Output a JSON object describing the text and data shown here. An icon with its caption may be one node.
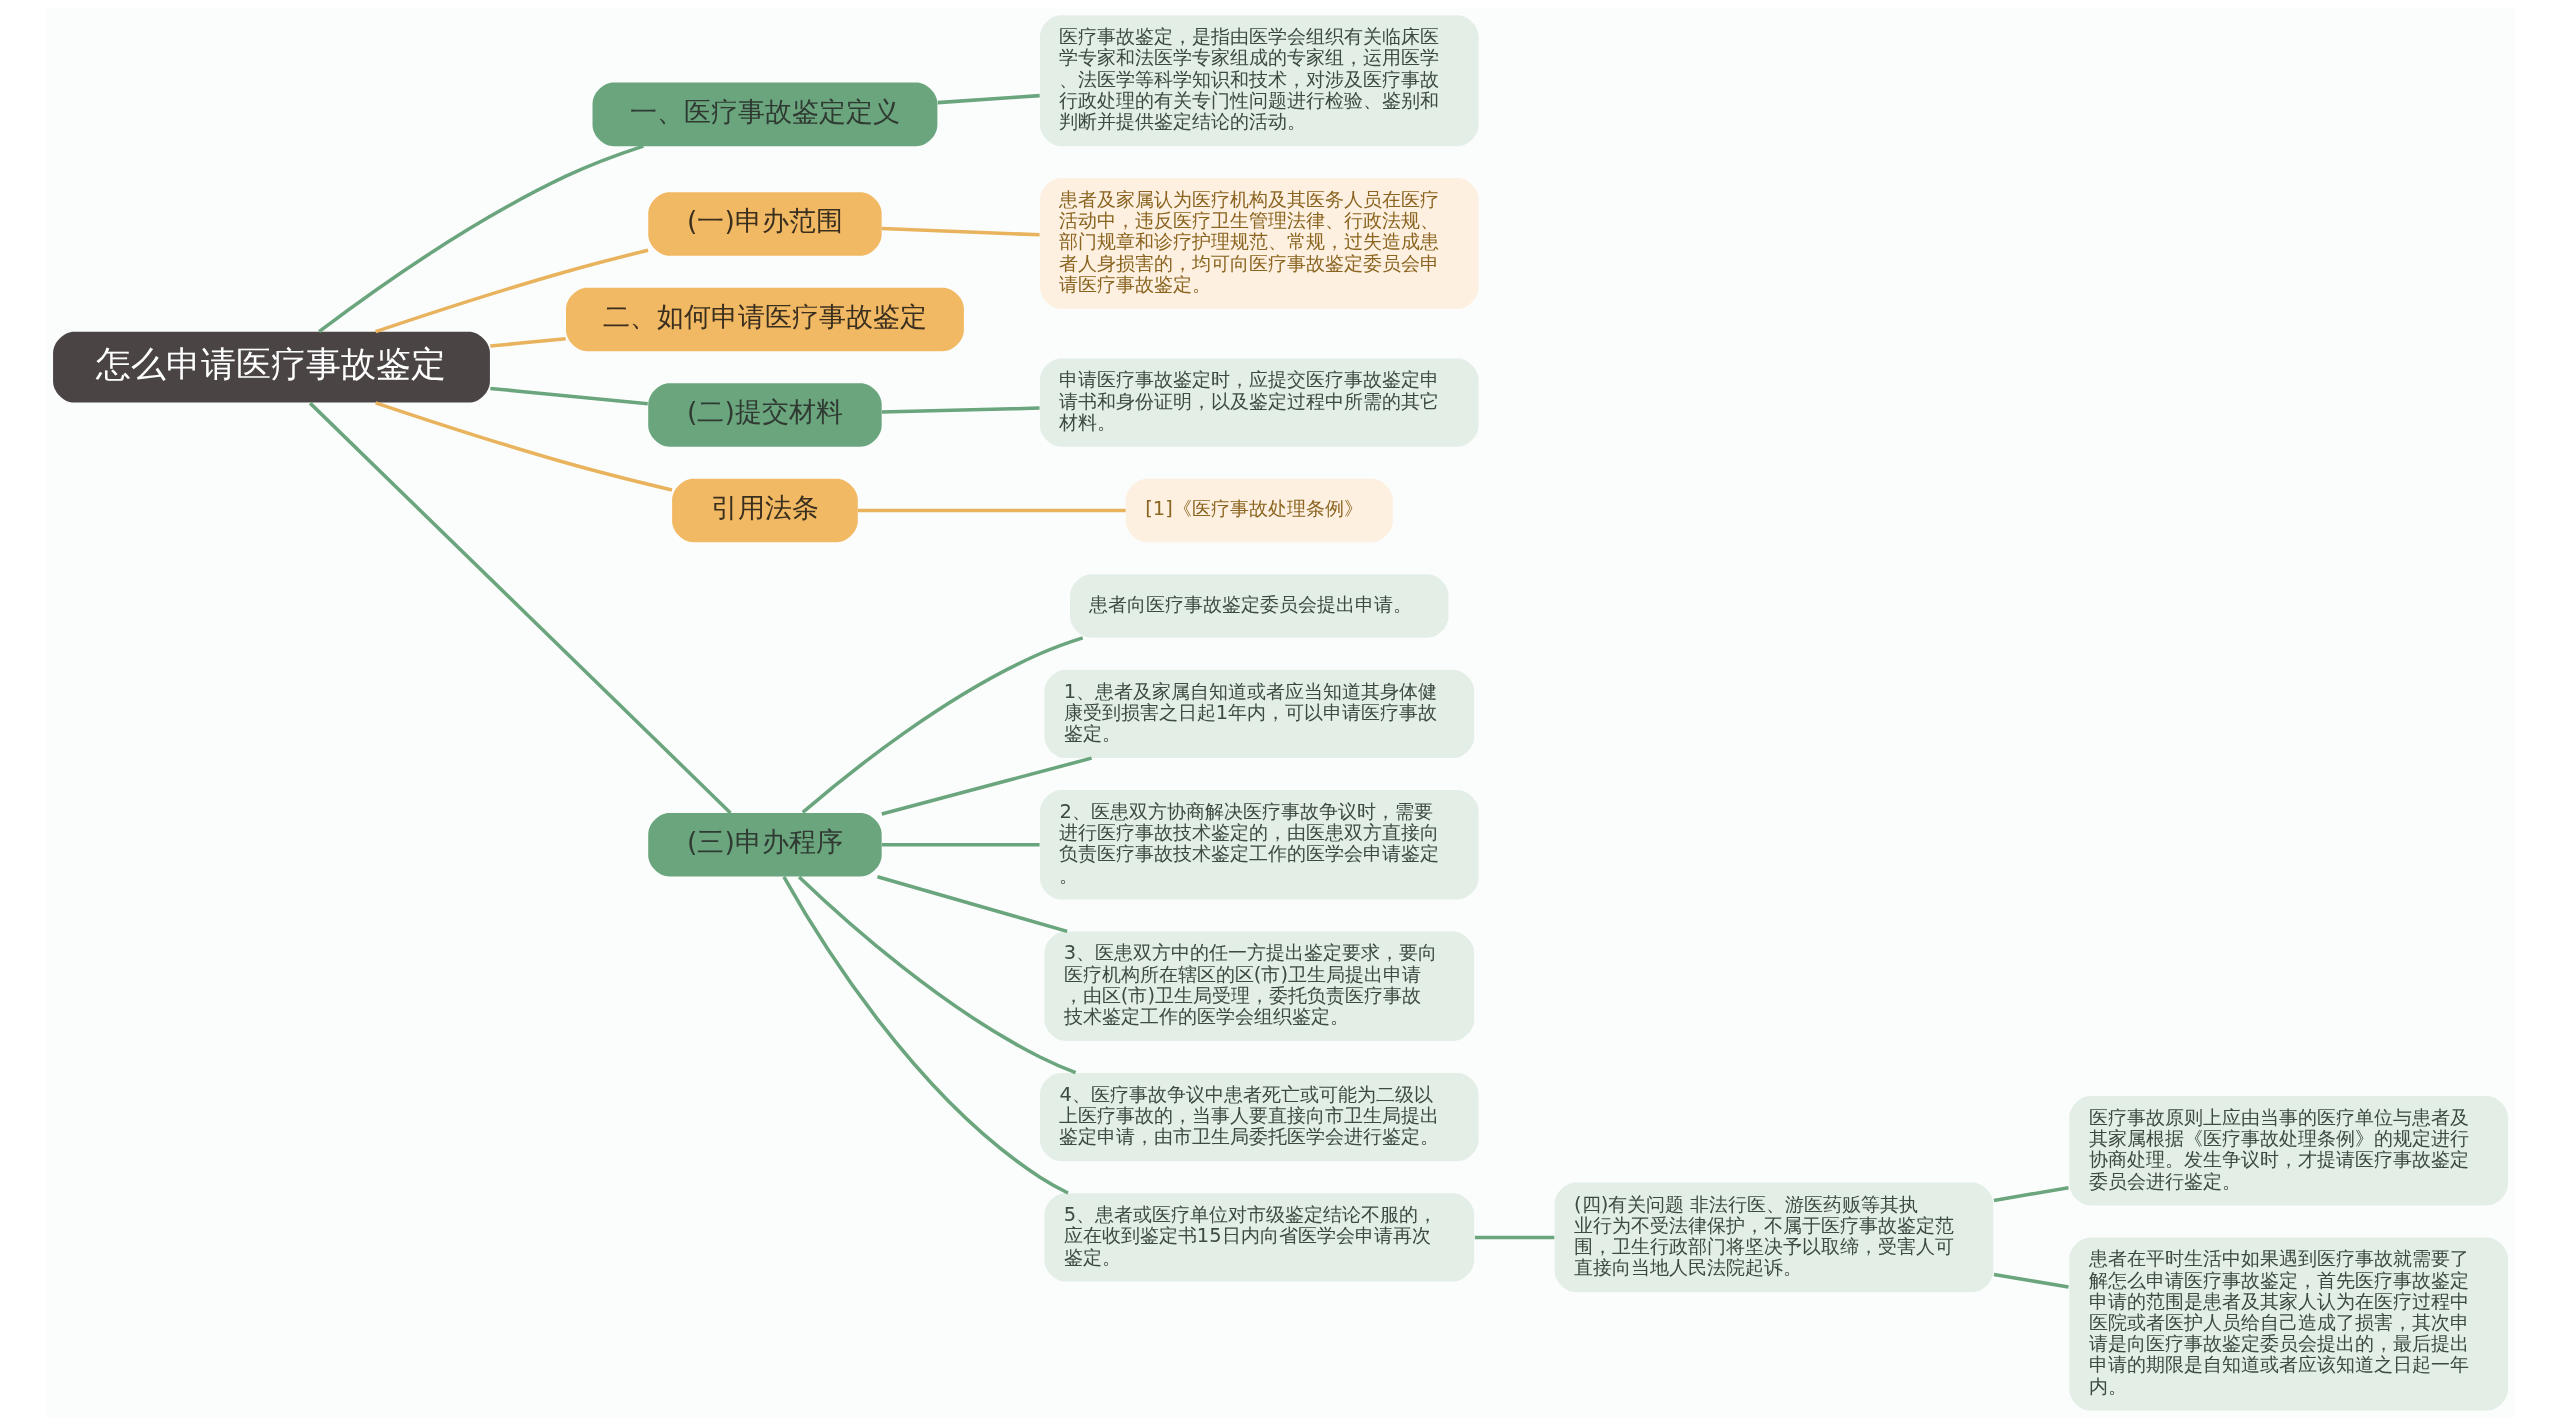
{
  "diagram": {
    "nodes": [
      {
        "text": [
          "怎么申请医疗事故鉴定"
        ]
      },
      {
        "text": [
          "一、医疗事故鉴定定义"
        ]
      },
      {
        "text": [
          "医疗事故鉴定，是指由医学会组织有关临床医学专家和法医学专家组成的专家组，运用医学、法医学等科学知识和技术，对涉及医疗事故行政处理的有关专门性问题进行检验、鉴别和判断并提供鉴定结论的活动。"
        ]
      },
      {
        "text": [
          "(一)申办范围"
        ]
      },
      {
        "text": [
          "患者及家属认为医疗机构及其医务人员在医疗活动中，违反医疗卫生管理法律、行政法规、部门规章和诊疗护理规范、常规，过失造成患者人身损害的，均可向医疗事故鉴定委员会申请医疗事故鉴定。"
        ]
      },
      {
        "text": [
          "二、如何申请医疗事故鉴定"
        ]
      },
      {
        "text": [
          "(二)提交材料"
        ]
      },
      {
        "text": [
          "申请医疗事故鉴定时，应提交医疗事故鉴定申请书和身份证明，以及鉴定过程中所需的其它材料。"
        ]
      },
      {
        "text": [
          "引用法条"
        ]
      },
      {
        "text": [
          "[1]《医疗事故处理条例》"
        ]
      },
      {
        "text": [
          "(三)申办程序"
        ]
      },
      {
        "text": [
          "患者向医疗事故鉴定委员会提出申请。"
        ]
      },
      {
        "text": [
          "1、患者及家属自知道或者应当知道其身体健康受到损害之日起1年内，可以申请医疗事故鉴定。"
        ]
      },
      {
        "text": [
          "2、医患双方协商解决医疗事故争议时，需要进行医疗事故技术鉴定的，由医患双方直接向负责医疗事故技术鉴定工作的医学会申请鉴定。"
        ]
      },
      {
        "text": [
          "3、医患双方中的任一方提出鉴定要求，要向医疗机构所在辖区的区(市)卫生局提出申请，由区(市)卫生局受理，委托负责医疗事故技术鉴定工作的医学会组织鉴定。"
        ]
      },
      {
        "text": [
          "4、医疗事故争议中患者死亡或可能为二级以上医疗事故的，当事人要直接向市卫生局提出鉴定申请，由市卫生局委托医学会进行鉴定。"
        ]
      },
      {
        "text": [
          "5、患者或医疗单位对市级鉴定结论不服的，应在收到鉴定书15日内向省医学会申请再次鉴定。"
        ]
      },
      {
        "text": [
          "(四)有关问题 非法行医、游医药贩等其执业行为不受法律保护，不属于医疗事故鉴定范围，卫生行政部门将坚决予以取缔，受害人可直接向当地人民法院起诉。"
        ]
      },
      {
        "text": [
          "医疗事故原则上应由当事的医疗单位与患者及其家属根据《医疗事故处理条例》的规定进行协商处理。发生争议时，才提请医疗事故鉴定委员会进行鉴定。"
        ]
      },
      {
        "text": [
          "患者在平时生活中如果遇到医疗事故就需要了解怎么申请医疗事故鉴定，首先医疗事故鉴定申请的范围是患者及其家人认为在医疗过程中医院或者医护人员给自己造成了损害，其次申请是向医疗事故鉴定委员会提出的，最后提出申请的期限是自知道或者应该知道之日起一年内。"
        ]
      }
    ],
    "edges": [
      {
        "from": 0,
        "to": 1,
        "arrow": "none"
      },
      {
        "from": 1,
        "to": 2,
        "arrow": "none"
      },
      {
        "from": 0,
        "to": 3,
        "arrow": "none",
        "color": "#e8b35c"
      },
      {
        "from": 3,
        "to": 4,
        "arrow": "none",
        "color": "#e8b35c"
      },
      {
        "from": 0,
        "to": 5,
        "arrow": "none",
        "color": "#e8b35c"
      },
      {
        "from": 0,
        "to": 6,
        "arrow": "none"
      },
      {
        "from": 6,
        "to": 7,
        "arrow": "none"
      },
      {
        "from": 0,
        "to": 8,
        "arrow": "none",
        "color": "#e8b35c"
      },
      {
        "from": 8,
        "to": 9,
        "arrow": "none",
        "color": "#e8b35c"
      },
      {
        "from": 0,
        "to": 10,
        "arrow": "none"
      },
      {
        "from": 10,
        "to": 11,
        "arrow": "none"
      },
      {
        "from": 10,
        "to": 12,
        "arrow": "none"
      },
      {
        "from": 10,
        "to": 13,
        "arrow": "none"
      },
      {
        "from": 10,
        "to": 14,
        "arrow": "none"
      },
      {
        "from": 10,
        "to": 15,
        "arrow": "none"
      },
      {
        "from": 10,
        "to": 16,
        "arrow": "none"
      },
      {
        "from": 16,
        "to": 17,
        "arrow": "none"
      },
      {
        "from": 17,
        "to": 18,
        "arrow": "none"
      },
      {
        "from": 17,
        "to": 19,
        "arrow": "none"
      }
    ]
  }
}
